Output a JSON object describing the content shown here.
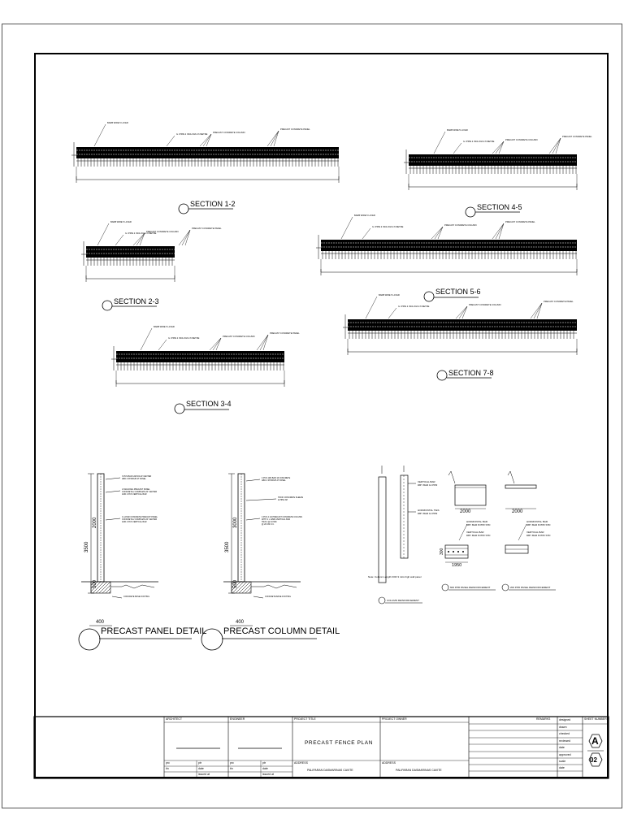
{
  "sections": {
    "s12": {
      "title": "SECTION 1-2"
    },
    "s45": {
      "title": "SECTION 4-5"
    },
    "s23": {
      "title": "SECTION 2-3"
    },
    "s56": {
      "title": "SECTION 5-6"
    },
    "s34": {
      "title": "SECTION 3-4"
    },
    "s78": {
      "title": "SECTION 7-8"
    }
  },
  "callouts": {
    "barbed_wire": "BARB WIRE 5 LAYER",
    "gi_pipe": "G.I PIPE 2 INCH DIA 3.6 METRE",
    "column": "PRECAST CONCRETE COLUMN",
    "panel": "PRECAST CONCRETE PANEL"
  },
  "details": {
    "panel_detail": {
      "title": "PRECAST PANEL DETAIL",
      "dims": {
        "total": "3500",
        "a": "2000",
        "b": "500",
        "width": "400"
      }
    },
    "column_detail": {
      "title": "PRECAST COLUMN DETAIL",
      "dims": {
        "total": "3500",
        "a": "3000",
        "b": "500",
        "width": "400"
      }
    },
    "column_reinforcement": {
      "vbar": "VERTICAL BAR",
      "vbar_spec": "DBY BAR 12 PPR",
      "hties": "HORIZONTAL TIES",
      "hties_spec": "DBY BAR 12 PPR",
      "note": "Note: Column Length FOR 3 mtrs high wall panel",
      "title": "COLUMN REINFORCEMENT"
    },
    "panel_reinforcement": {
      "dim_top": "2000",
      "dim_side": "1950",
      "dim_h": "300",
      "hbar": "HORIZONTAL BAR",
      "hbar_spec": "DBY BAR 8 PPR STD",
      "vbar": "VERTICAL BAR",
      "vbar_spec": "DBY BAR 8 PPR STD",
      "title1": "600 PPR PANEL REINFORCEMENT",
      "title2": "200 PPR PANEL REINFORCEMENT"
    }
  },
  "title_block": {
    "architect": "ARCHITECT",
    "engineer": "ENGINEER",
    "project_title_label": "PROJECT TITLE",
    "project_owner_label": "PROJECT OWNER",
    "remarks": "REMARKS",
    "sheet_number": "SHEET NUMBER",
    "project_title": "PRECAST FENCE PLAN",
    "address_label": "ADDRESS",
    "address_value": "PALIPARAN DASMARINAS CAVITE",
    "owner_address_label": "ADDRESS",
    "owner_address_value": "PALIPARAN DASMARINAS CAVITE",
    "remark_rows": [
      "designed",
      "drawn",
      "checked",
      "reviewed",
      "date",
      "approved",
      "scale",
      "date"
    ],
    "sheet_letter": "A",
    "sheet_no": "02",
    "small_labels": [
      "prc",
      "ptr",
      "tin",
      "date",
      "issued at",
      "prc",
      "ptr",
      "tin",
      "date",
      "issued at"
    ]
  }
}
